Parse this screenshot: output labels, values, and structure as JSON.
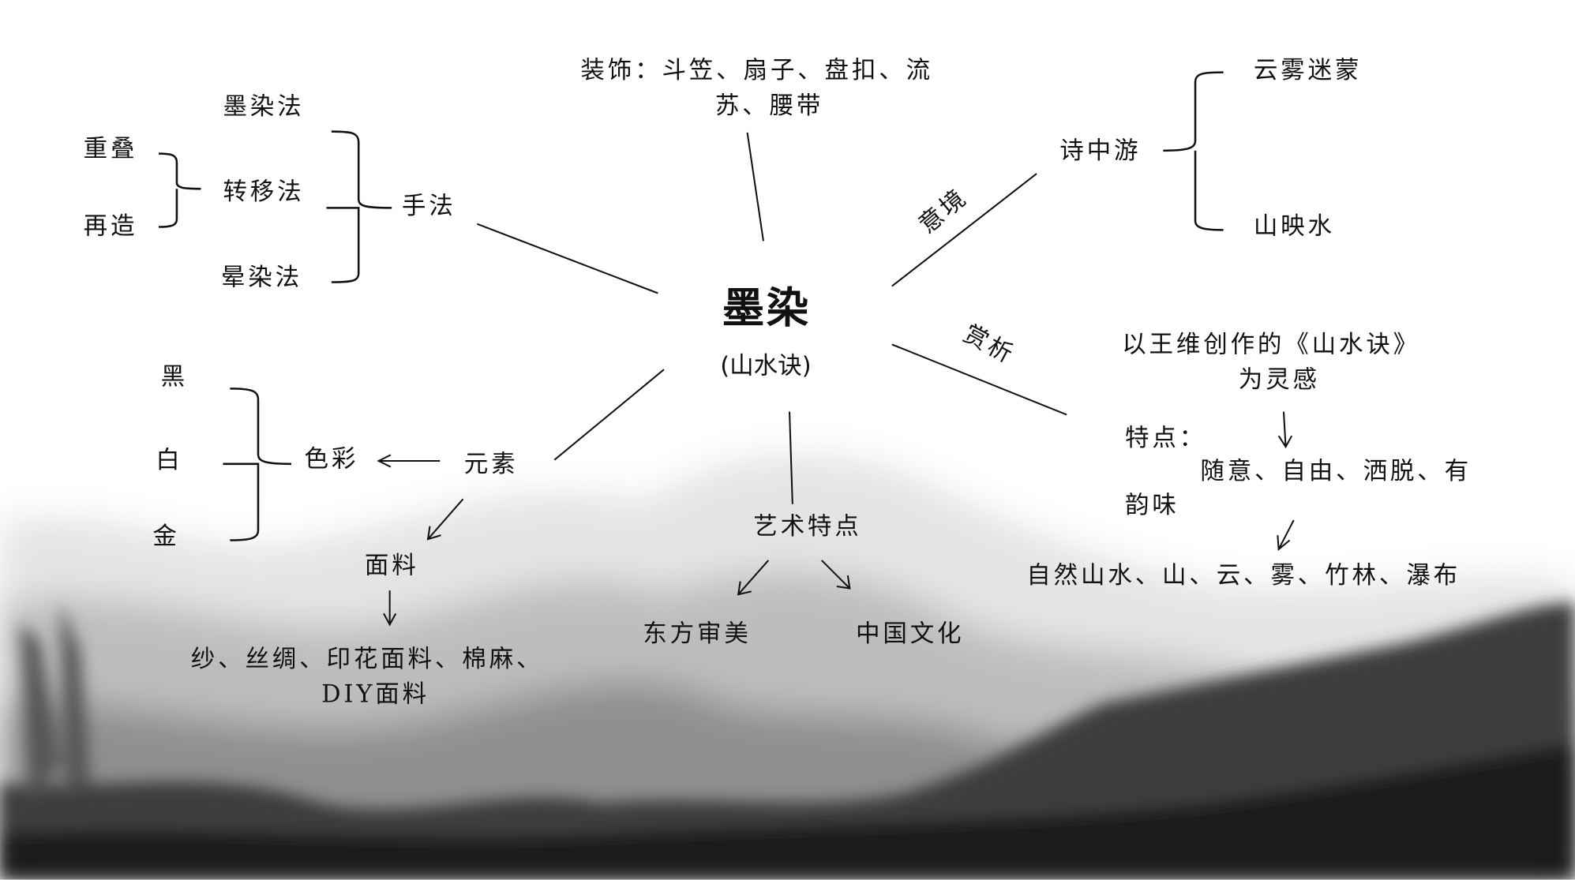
{
  "center": {
    "title": "墨染",
    "subtitle": "(山水诀)"
  },
  "decor": {
    "line1": "装饰：斗笠、扇子、盘扣、流",
    "line2": "苏、腰带"
  },
  "technique": {
    "label": "手法",
    "methods": [
      "墨染法",
      "转移法",
      "晕染法"
    ],
    "sub": [
      "重叠",
      "再造"
    ]
  },
  "mood": {
    "edge_label": "意境",
    "label": "诗中游",
    "items": [
      "云雾迷蒙",
      "山映水"
    ]
  },
  "appreciation": {
    "edge_label": "赏析",
    "inspiration_line1": "以王维创作的《山水诀》",
    "inspiration_line2": "为灵感",
    "feature_label": "特点：",
    "feature_line1": "随意、自由、洒脱、有",
    "feature_line2": "韵味",
    "elements": "自然山水、山、云、雾、竹林、瀑布"
  },
  "art": {
    "label": "艺术特点",
    "items": [
      "东方审美",
      "中国文化"
    ]
  },
  "element": {
    "label": "元素",
    "color_label": "色彩",
    "colors": [
      "黑",
      "白",
      "金"
    ],
    "fabric_label": "面料",
    "fabric_line1": "纱、丝绸、印花面料、棉麻、",
    "fabric_line2": "DIY面料"
  },
  "colors": {
    "ink": "#111111",
    "wash_light": "#d9d9d9",
    "wash_dark": "#2a2a2a"
  }
}
